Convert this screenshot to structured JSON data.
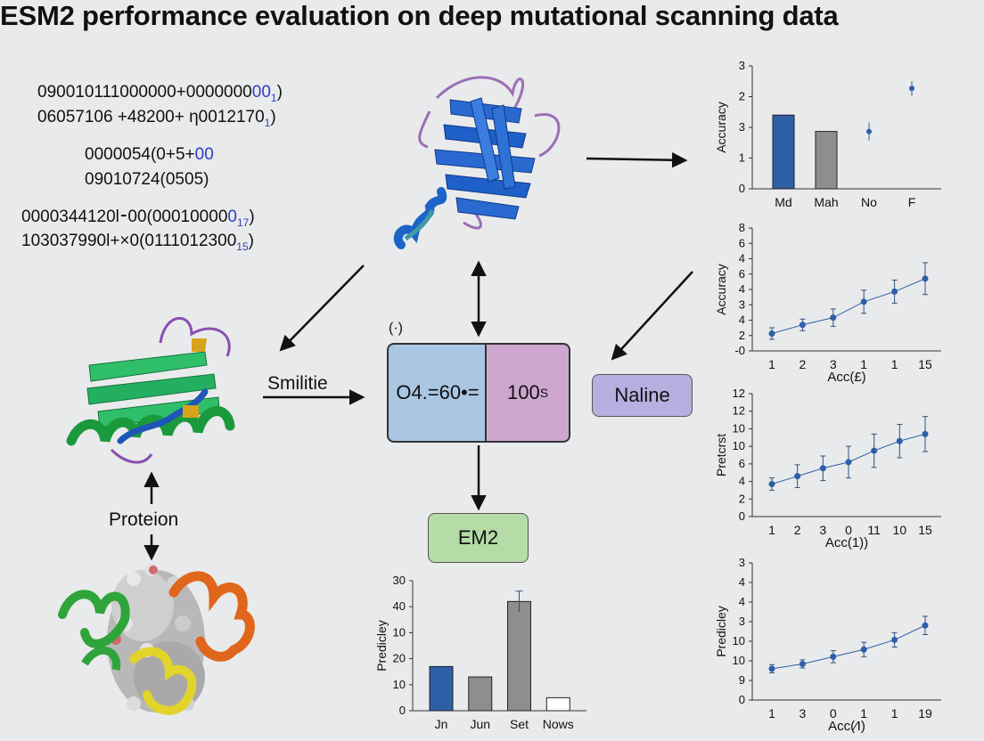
{
  "title": "ESM2 performance evaluation on deep mutational scanning data",
  "sequences": {
    "block1": [
      {
        "main": "090010111000000+0000000",
        "blue": "00",
        "sub": "1",
        "end": ")"
      },
      {
        "main": "06057106 +48200+ ƞ0012170",
        "blue": "",
        "sub": "1",
        "end": ")"
      }
    ],
    "block2": [
      {
        "main": "0000054(0+5+",
        "blue": "00",
        "sub": "",
        "end": ""
      },
      {
        "main": "09010724(0505)",
        "blue": "",
        "sub": "",
        "end": ""
      }
    ],
    "block3": [
      {
        "main": "0000344120l⁃00(00010000",
        "blue": "0",
        "sub": "17",
        "end": ")"
      },
      {
        "main": "103037990l+×0(0111012300",
        "blue": "",
        "sub": "15",
        "end": ")"
      }
    ]
  },
  "labels": {
    "similitie": "Smilitie",
    "proteion": "Proteion",
    "paren": "(·)"
  },
  "boxes": {
    "left": "O4.=60•=",
    "right_main": "100",
    "right_sub": "S",
    "em2": "EM2",
    "naline": "Naline"
  },
  "colors": {
    "bar_blue": "#2d5fa8",
    "bar_gray": "#8e8e8e",
    "point_blue": "#2d5fa8",
    "box_blue": "#a9c6e3",
    "box_purple": "#cda7cf",
    "box_green": "#b5dba6",
    "box_violet": "#b7afe0"
  },
  "icons": [
    "protein-ribbon-blue-icon",
    "protein-ribbon-green-icon",
    "protein-spacefill-icon"
  ],
  "chart_data": [
    {
      "id": "chart-accuracy-bars",
      "type": "bar",
      "categories": [
        "Md",
        "Mah",
        "No",
        "F"
      ],
      "values": [
        1.8,
        1.4,
        null,
        null
      ],
      "points": [
        {
          "x": "No",
          "y": 1.4,
          "err": 0.22
        },
        {
          "x": "F",
          "y": 2.45,
          "err": 0.18
        }
      ],
      "ylabel": "Accuracy",
      "yticks": [
        "0",
        "1",
        "3",
        "2",
        "3"
      ],
      "ylim": [
        0,
        3
      ]
    },
    {
      "id": "chart-accuracy-line",
      "type": "line",
      "x": [
        "1",
        "2",
        "3",
        "1",
        "1",
        "15"
      ],
      "values": [
        0.7,
        1.3,
        1.8,
        2.9,
        3.6,
        4.5
      ],
      "errors": [
        0.4,
        0.4,
        0.6,
        0.8,
        0.8,
        1.1
      ],
      "xlabel": "Acc(£)",
      "ylabel": "Accuracy",
      "yticks": [
        "-0",
        "2",
        "4",
        "3",
        "4",
        "6",
        "4",
        "6",
        "8"
      ],
      "ylim": [
        -0.5,
        8
      ]
    },
    {
      "id": "chart-predict-line",
      "type": "line",
      "x": [
        "1",
        "2",
        "3",
        "0",
        "11",
        "10",
        "15"
      ],
      "values": [
        3.7,
        4.6,
        5.5,
        6.2,
        7.5,
        8.6,
        9.4
      ],
      "errors": [
        0.7,
        1.3,
        1.4,
        1.8,
        1.9,
        1.9,
        2.0
      ],
      "xlabel": "Acc(1))",
      "ylabel": "Pretcrst",
      "yticks": [
        "0",
        "2",
        "4",
        "6",
        "10",
        "10",
        "12",
        "12"
      ],
      "ylim": [
        0,
        14
      ]
    },
    {
      "id": "chart-predicley-line",
      "type": "line",
      "x": [
        "1",
        "3",
        "0",
        "1",
        "1",
        "19"
      ],
      "values": [
        1.3,
        1.5,
        1.8,
        2.1,
        2.5,
        3.1
      ],
      "errors": [
        0.17,
        0.17,
        0.25,
        0.3,
        0.3,
        0.38
      ],
      "xlabel": "Acc(⁄I)",
      "ylabel": "Predicley",
      "yticks": [
        "0",
        "9",
        "10",
        "10",
        "3",
        "4",
        "4",
        "3"
      ],
      "ylim": [
        0,
        5.7
      ]
    },
    {
      "id": "chart-bottom-bars",
      "type": "bar",
      "categories": [
        "Jn",
        "Jun",
        "Set",
        "Nows"
      ],
      "values": [
        17,
        13,
        42,
        5
      ],
      "errors": [
        0,
        0,
        4,
        0
      ],
      "bar_colors": [
        "#2d5fa8",
        "#8e8e8e",
        "#8e8e8e",
        "#ffffff"
      ],
      "ylabel": "Predicley",
      "yticks": [
        "0",
        "10",
        "20",
        "10",
        "40",
        "30"
      ],
      "ylim": [
        0,
        50
      ]
    }
  ]
}
